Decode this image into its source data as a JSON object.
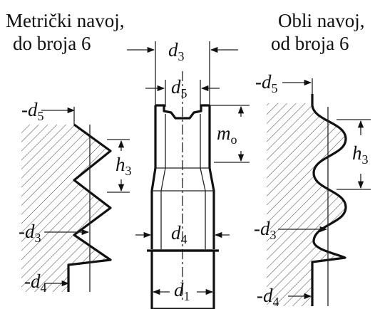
{
  "titles": {
    "left_line1": "Metrički navoj,",
    "left_line2": "do broja 6",
    "right_line1": "Obli navoj,",
    "right_line2": "od broja 6"
  },
  "dimensions": {
    "d": "d",
    "sub_1": "1",
    "sub_3": "3",
    "sub_4": "4",
    "sub_5": "5",
    "h": "h",
    "m": "m",
    "sub_o": "o"
  }
}
